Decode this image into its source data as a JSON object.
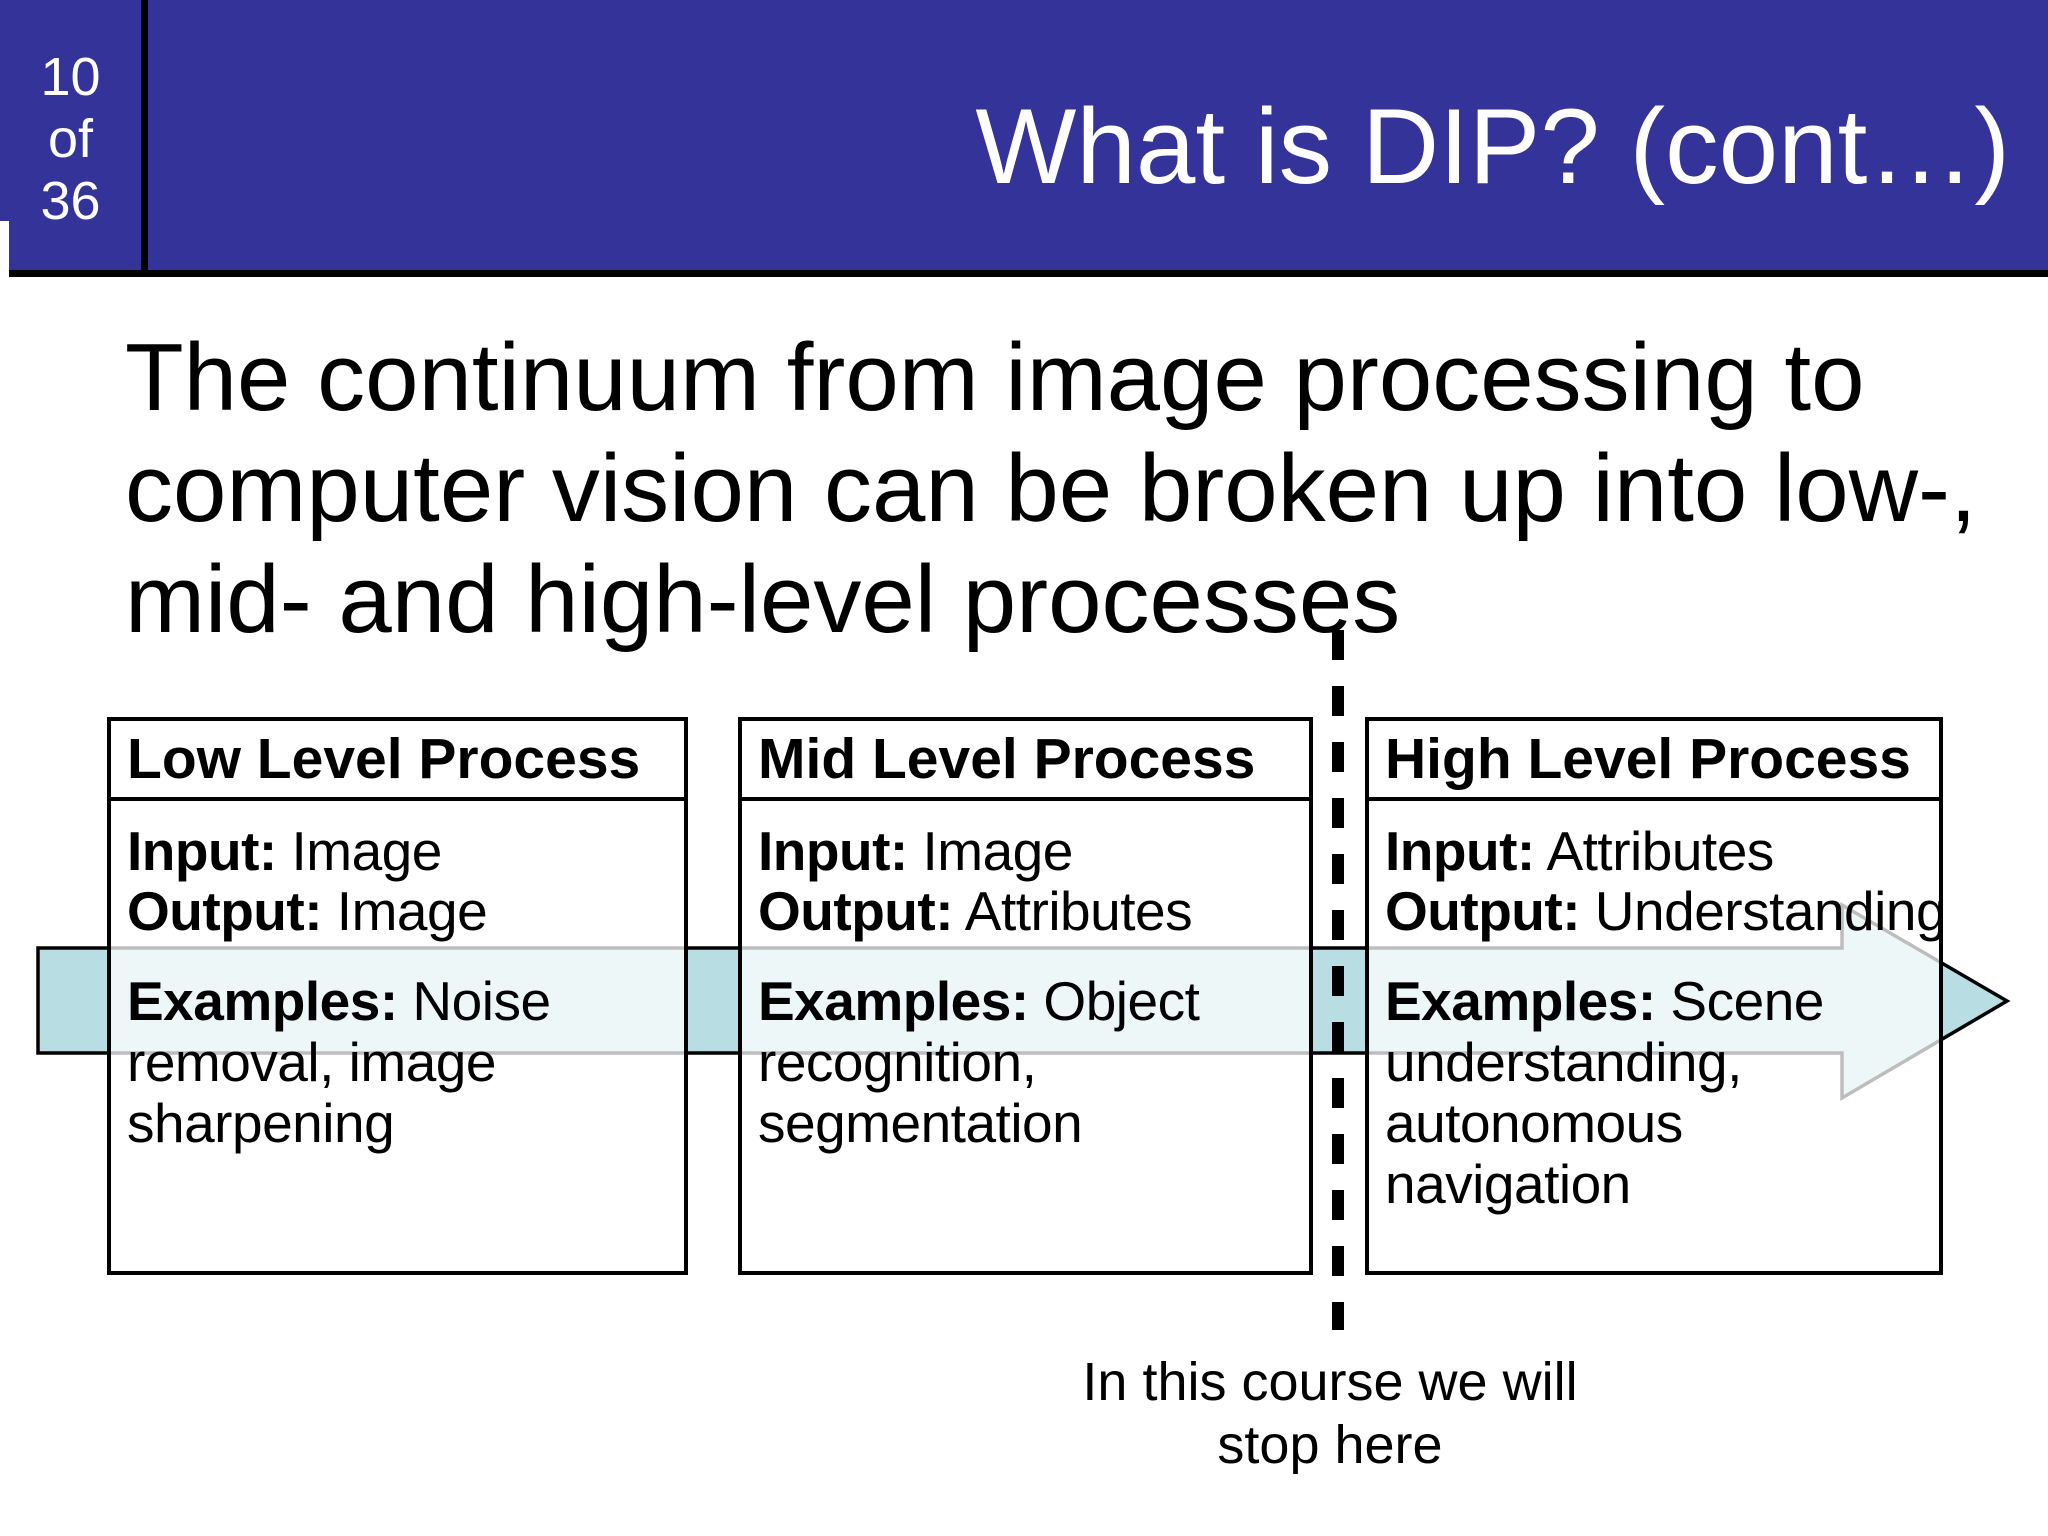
{
  "slide": {
    "page_indicator": {
      "current": "10",
      "of_label": "of",
      "total": "36"
    },
    "title": "What is DIP? (cont…)",
    "intro_lines": [
      "The continuum from image processing to",
      "computer vision can be broken up into low-,",
      "mid- and high-level processes"
    ],
    "process_boxes": [
      {
        "title": "Low Level Process",
        "input_label": "Input:",
        "input_value": "Image",
        "output_label": "Output:",
        "output_value": "Image",
        "examples_label": "Examples:",
        "examples_value": "Noise\nremoval, image\nsharpening"
      },
      {
        "title": "Mid Level Process",
        "input_label": "Input:",
        "input_value": "Image",
        "output_label": "Output:",
        "output_value": "Attributes",
        "examples_label": "Examples:",
        "examples_value": "Object\nrecognition,\nsegmentation"
      },
      {
        "title": "High Level Process",
        "input_label": "Input:",
        "input_value": "Attributes",
        "output_label": "Output:",
        "output_value": "Understanding",
        "examples_label": "Examples:",
        "examples_value": "Scene\nunderstanding,\nautonomous navigation"
      }
    ],
    "flow_arrow_icon": "right-arrow",
    "stop_note": "In this course we will\nstop here",
    "colors": {
      "header_blue": "#333399",
      "arrow_fill": "#b8dee4",
      "arrow_outline": "#000000",
      "title_text": "#ffffff",
      "body_text": "#000000"
    }
  }
}
